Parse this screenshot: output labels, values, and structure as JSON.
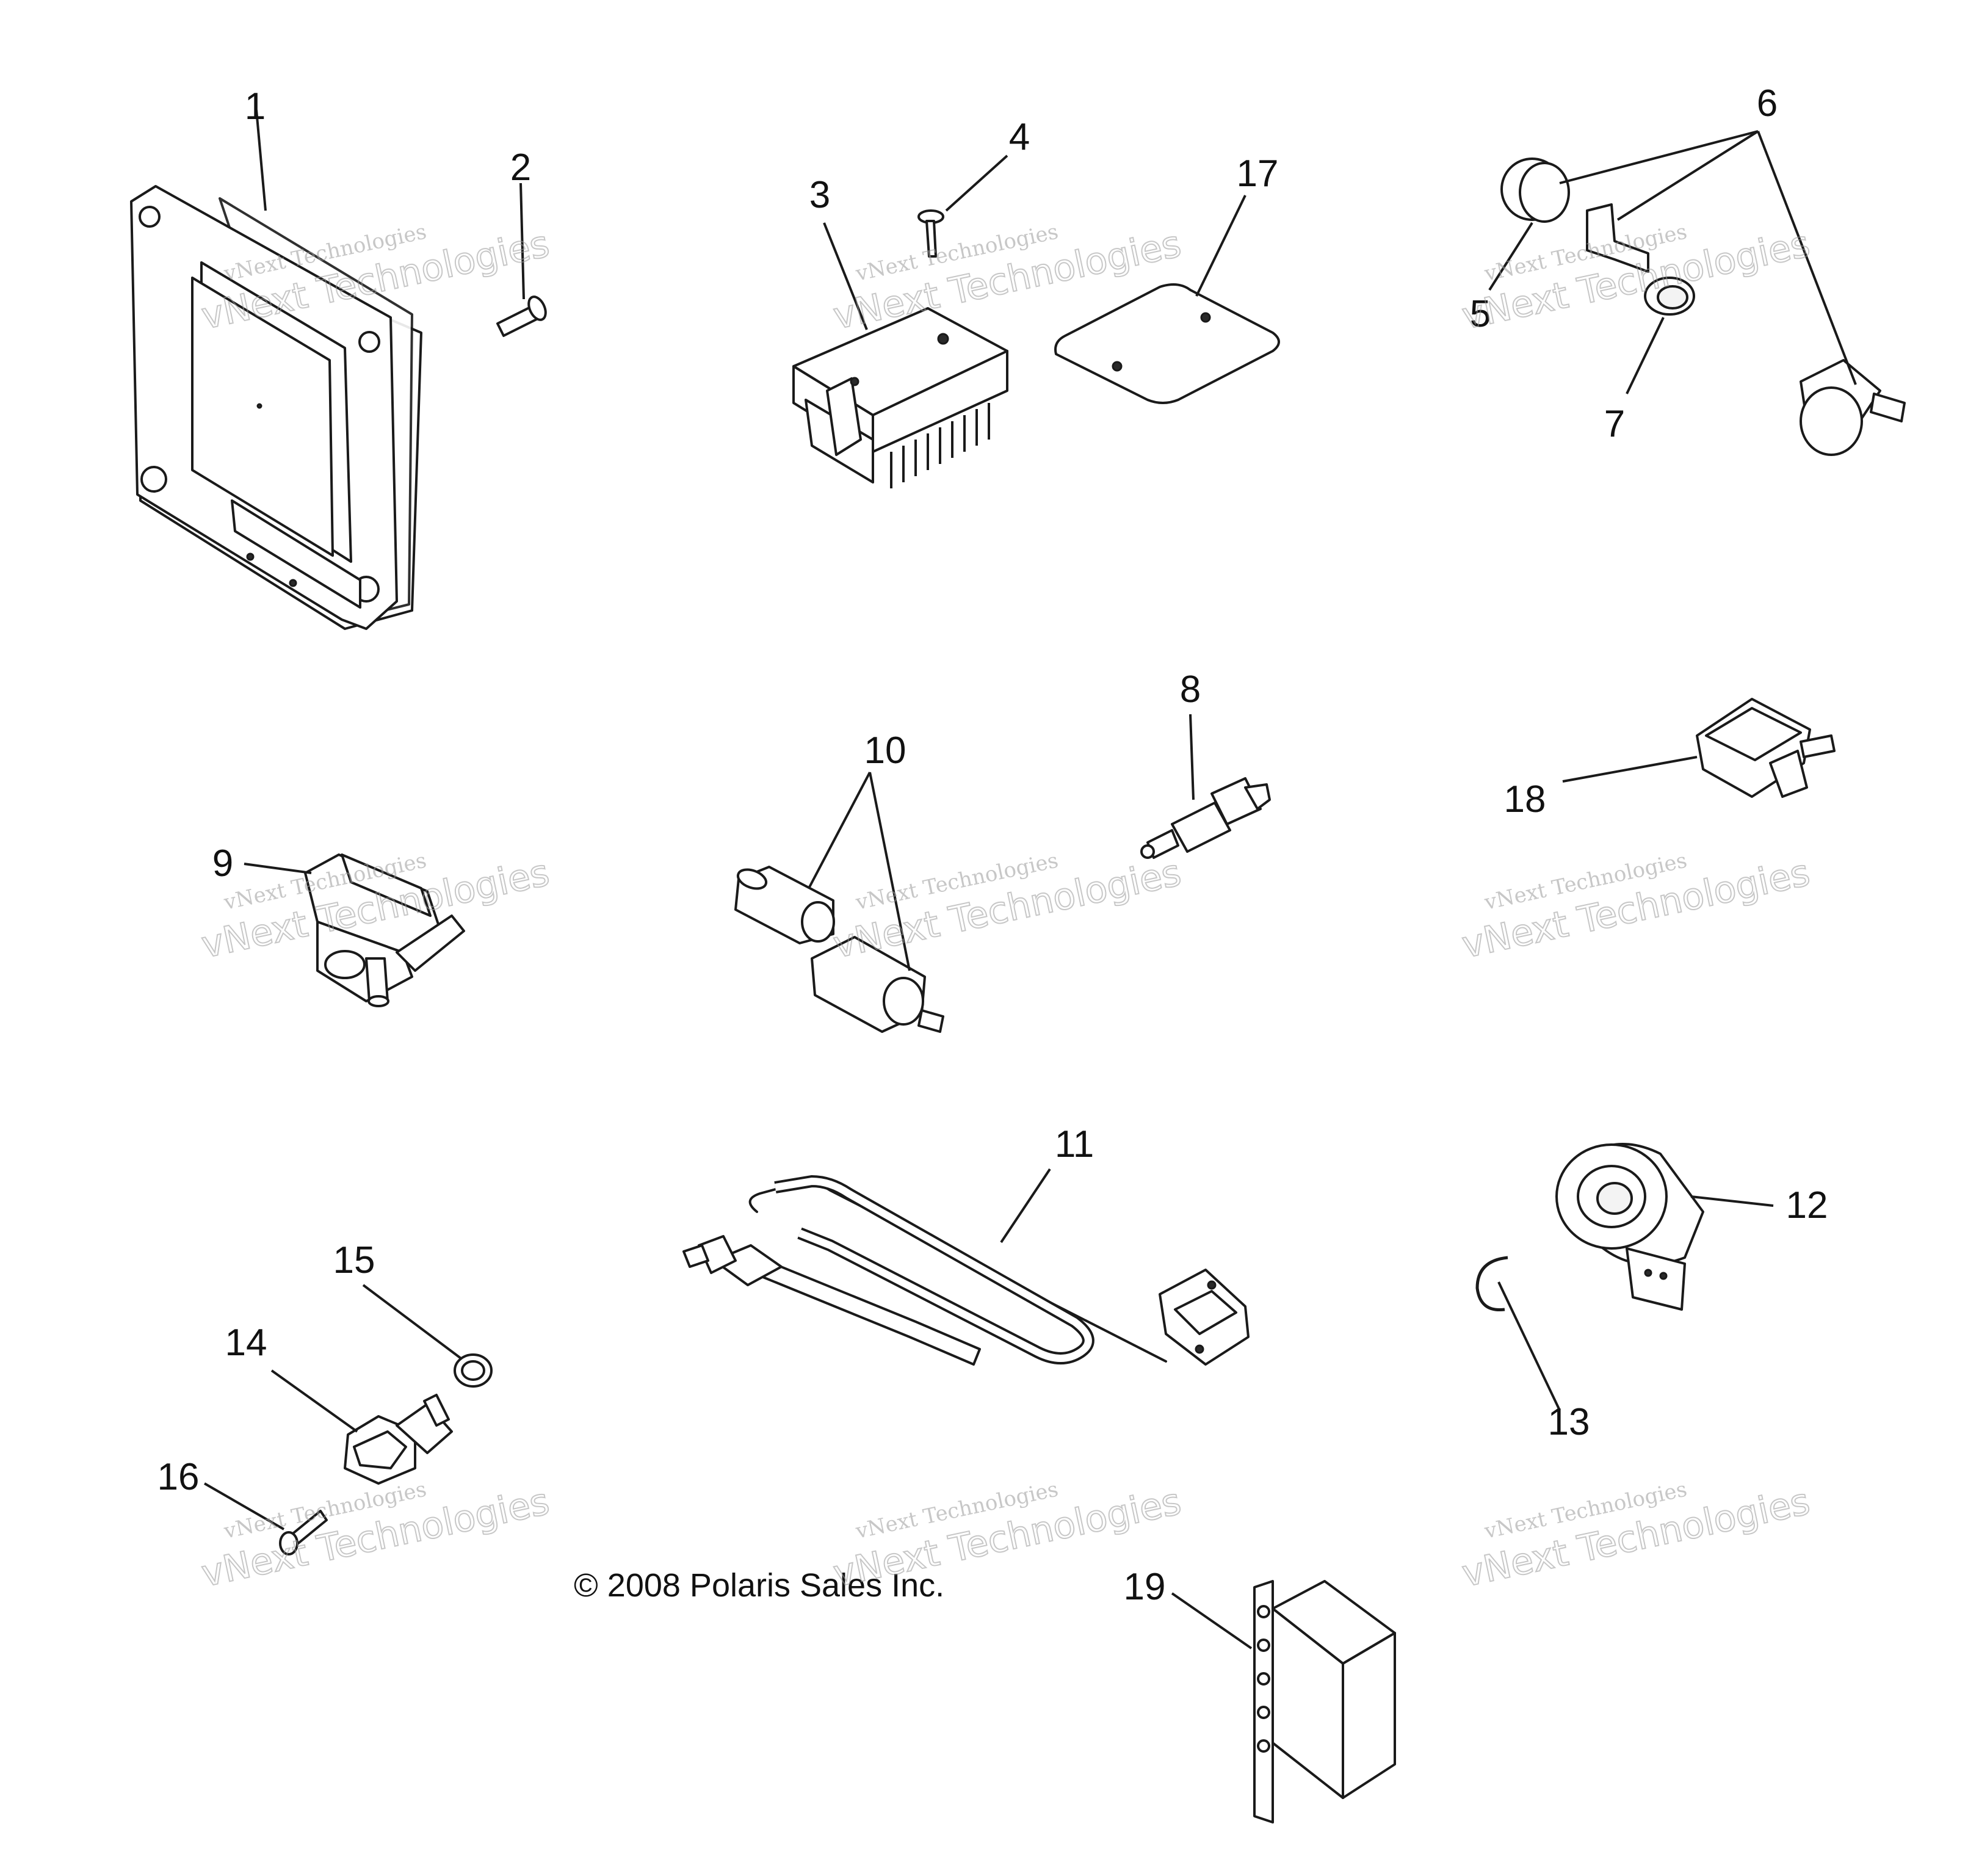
{
  "callouts": {
    "c1": "1",
    "c2": "2",
    "c3": "3",
    "c4": "4",
    "c5": "5",
    "c6": "6",
    "c7": "7",
    "c8": "8",
    "c9": "9",
    "c10": "10",
    "c11": "11",
    "c12": "12",
    "c13": "13",
    "c14": "14",
    "c15": "15",
    "c16": "16",
    "c17": "17",
    "c18": "18",
    "c19": "19"
  },
  "copyright": "© 2008 Polaris Sales Inc.",
  "watermark": {
    "line1": "vNext Technologies",
    "line2": "vNext Technologies"
  }
}
